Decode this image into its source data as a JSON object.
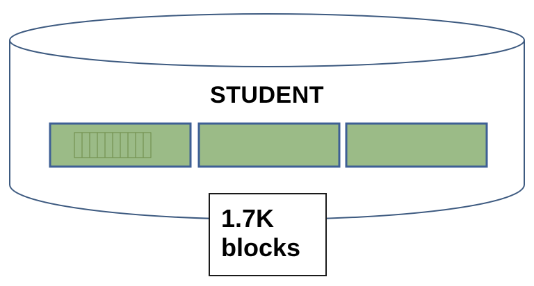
{
  "diagram": {
    "table_name": "STUDENT",
    "size_label": {
      "line1": "1.7K",
      "line2": "blocks"
    },
    "block_count": 3,
    "records_in_first_block": 10
  },
  "colors": {
    "cylinder_outline": "#3d5a80",
    "block_fill": "#9bbb87",
    "block_border": "#3e5f95",
    "record_line": "#6b8a44",
    "text": "#000000"
  }
}
